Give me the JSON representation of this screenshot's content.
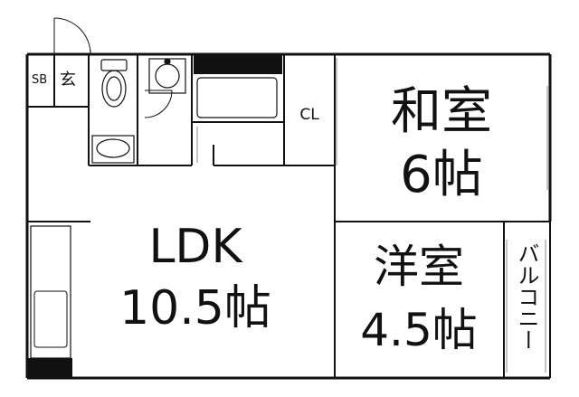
{
  "rooms": {
    "ldk": {
      "name": "LDK",
      "size": "10.5帖"
    },
    "washitsu": {
      "name": "和室",
      "size": "6帖"
    },
    "yoshitsu": {
      "name": "洋室",
      "size": "4.5帖"
    },
    "balcony": {
      "name": "バルコニー"
    },
    "closet": {
      "name": "CL"
    },
    "entrance": {
      "name": "玄"
    },
    "shoebox": {
      "name": "SB"
    }
  }
}
